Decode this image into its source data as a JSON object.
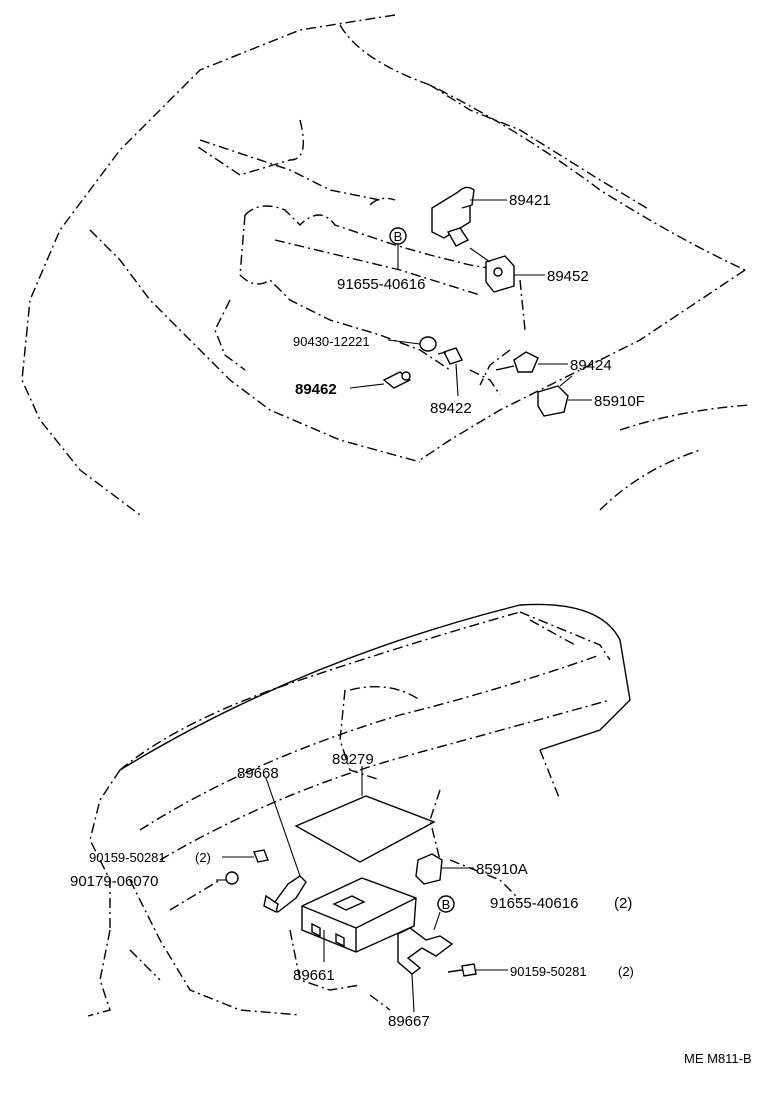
{
  "labels": {
    "p89421": "89421",
    "p91655_40616": "91655-40616",
    "p89452": "89452",
    "p90430_12221": "90430-12221",
    "p89424": "89424",
    "p89462": "89462",
    "p89422": "89422",
    "p85910F": "85910F",
    "circle_b_top": "B",
    "p89668": "89668",
    "p89279": "89279",
    "p90159_50281_left": "90159-50281",
    "qty_left": "(2)",
    "p90179_06070": "90179-06070",
    "p85910A": "85910A",
    "circle_b_bottom": "B",
    "p91655_40616_b": "91655-40616",
    "qty_91655": "(2)",
    "p89661": "89661",
    "p90159_50281_right": "90159-50281",
    "qty_right": "(2)",
    "p89667": "89667"
  },
  "footer": {
    "ref_code": "ME M811-B"
  }
}
